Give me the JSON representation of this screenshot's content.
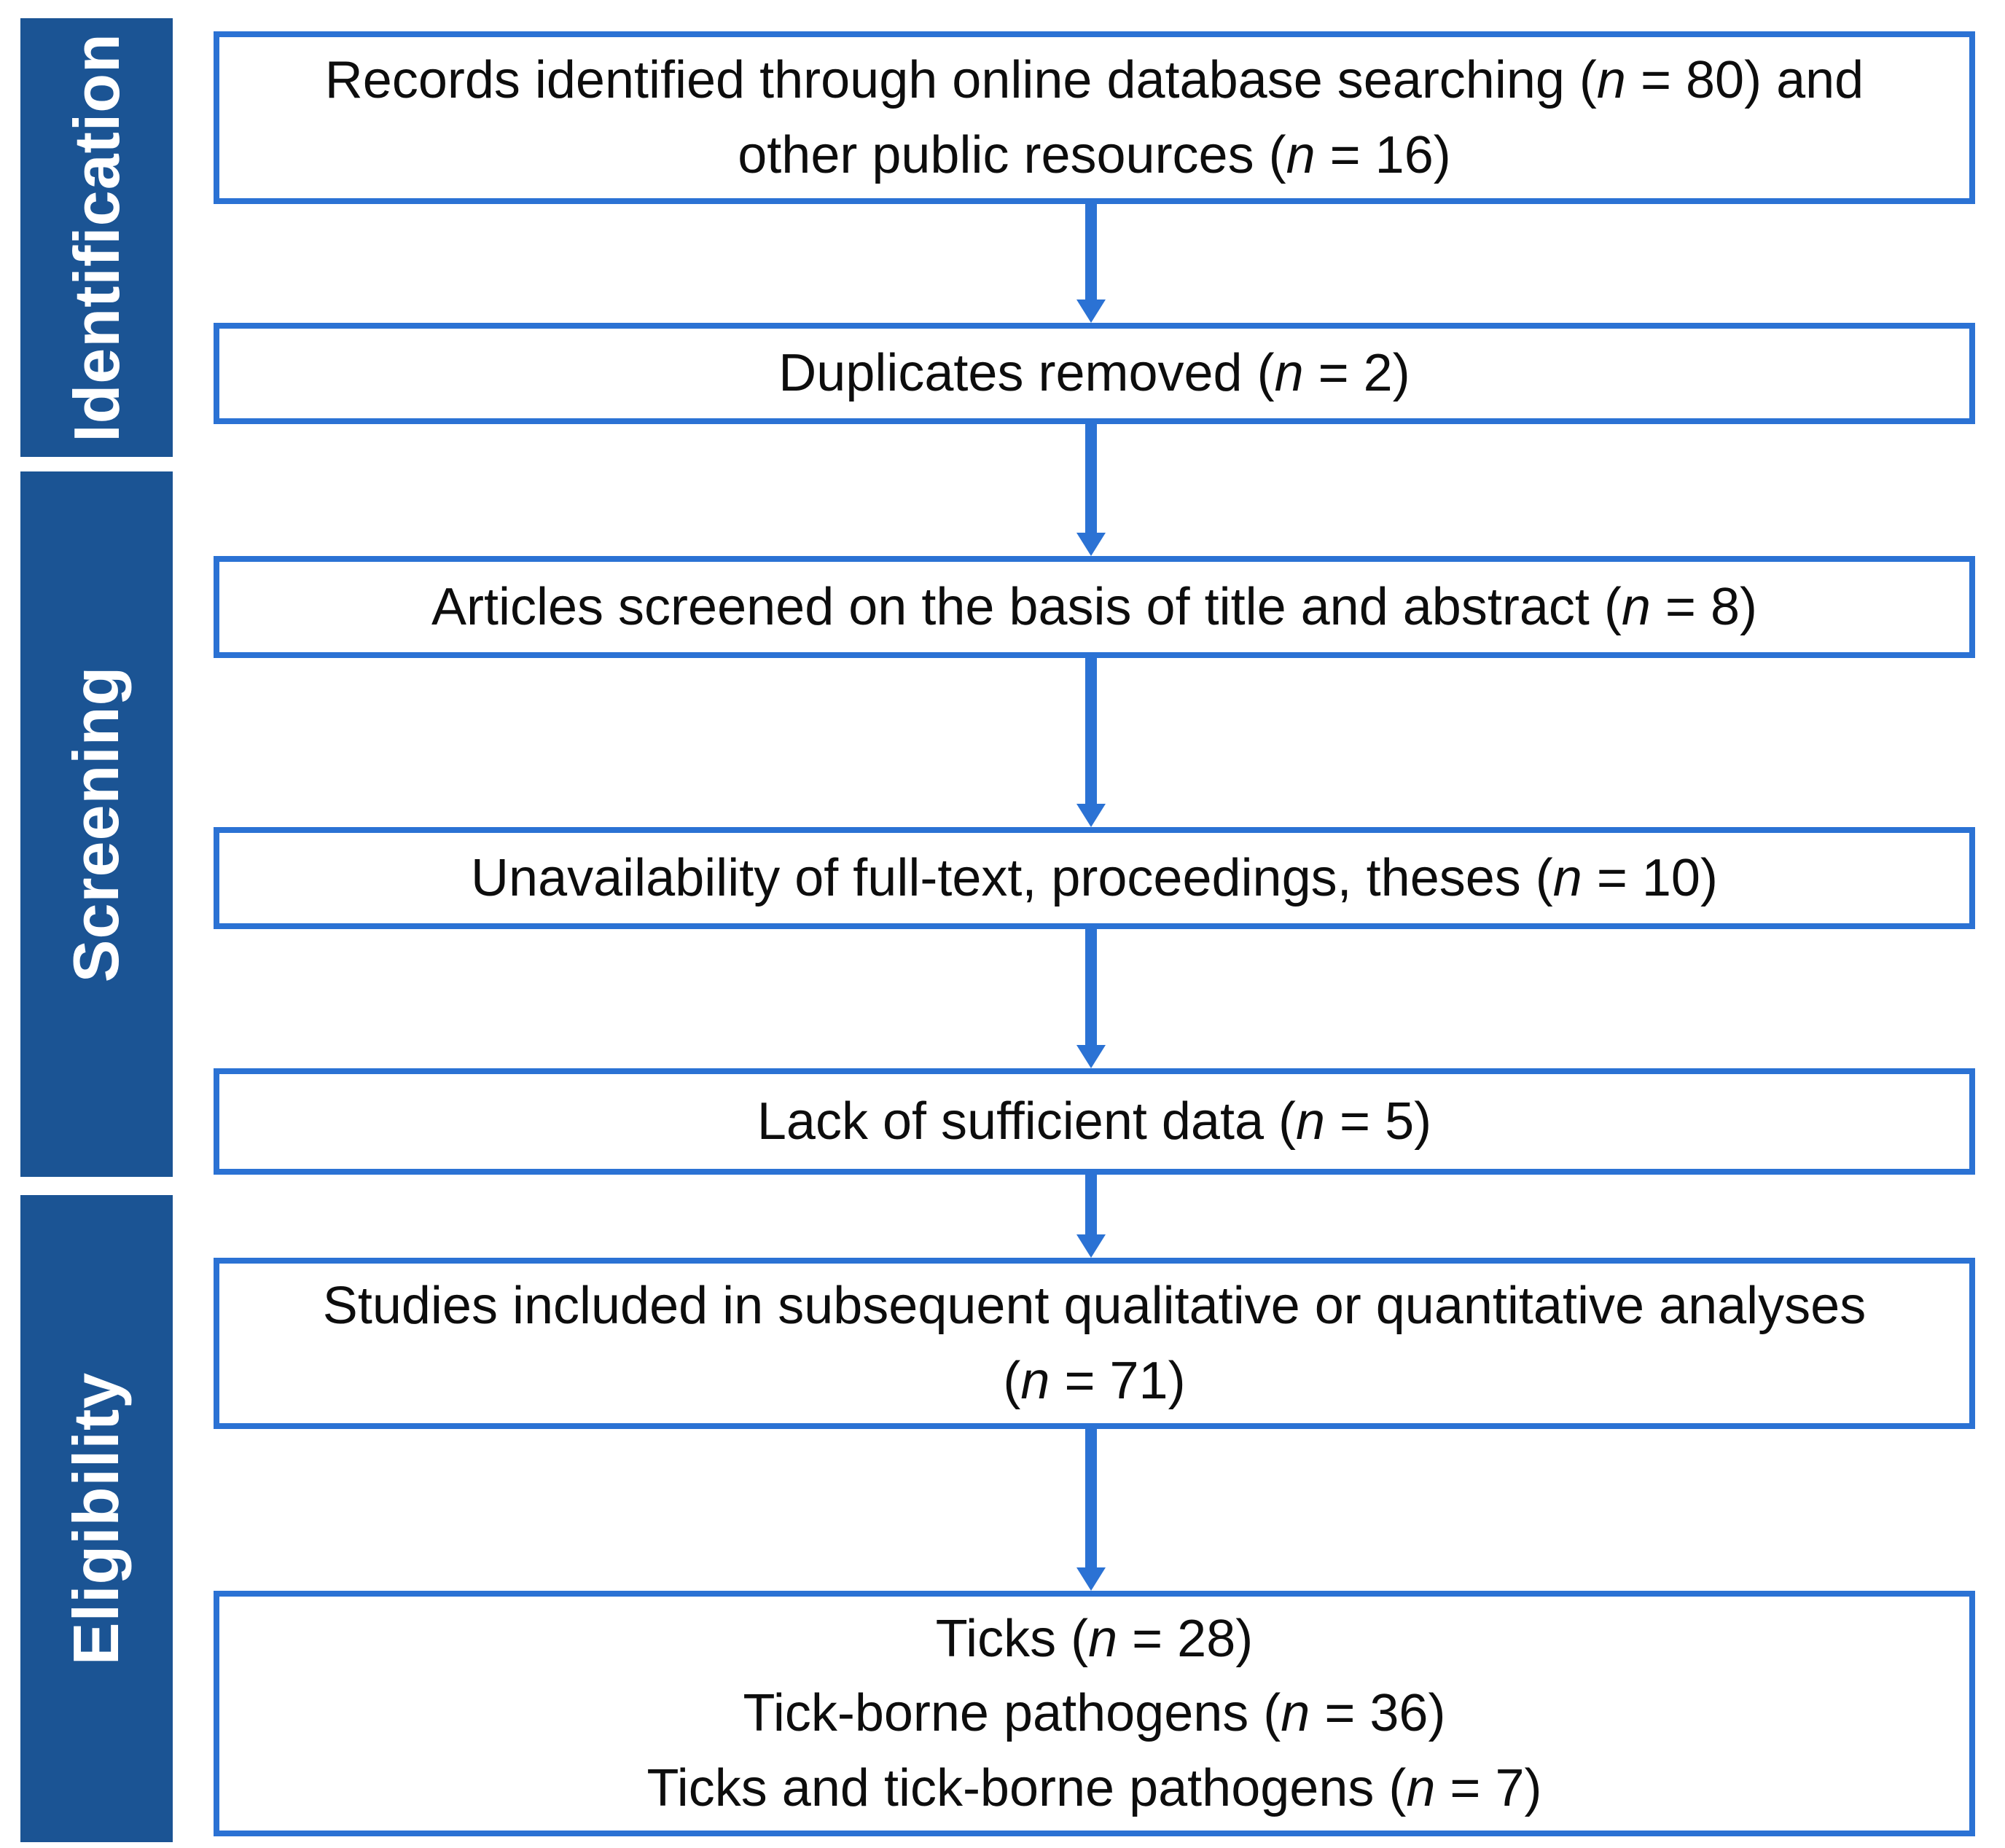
{
  "figure": {
    "type": "prisma-flow-diagram",
    "colors": {
      "stage_bar_blue": "#1B5494",
      "accent_blue": "#2B72D4",
      "text_black": "#0D0D0D",
      "box_background": "#FFFFFF"
    },
    "sidebar": {
      "stages": [
        {
          "label": "Identification"
        },
        {
          "label": "Screening"
        },
        {
          "label": "Eligibility"
        }
      ]
    },
    "boxes": [
      {
        "id": "records-identified",
        "counts": {
          "online_database_searching": 80,
          "other_public_resources": 16
        },
        "lines": [
          [
            {
              "t": "Records identified through online database searching ("
            },
            {
              "t": "n",
              "i": true
            },
            {
              "t": " = 80) and"
            }
          ],
          [
            {
              "t": "other public resources ("
            },
            {
              "t": "n",
              "i": true
            },
            {
              "t": " = 16)"
            }
          ]
        ]
      },
      {
        "id": "duplicates-removed",
        "counts": {
          "duplicates_removed": 2
        },
        "lines": [
          [
            {
              "t": "Duplicates removed ("
            },
            {
              "t": "n",
              "i": true
            },
            {
              "t": " = 2)"
            }
          ]
        ]
      },
      {
        "id": "articles-screened",
        "counts": {
          "articles_screened": 8
        },
        "lines": [
          [
            {
              "t": "Articles screened on the basis of title and abstract ("
            },
            {
              "t": "n",
              "i": true
            },
            {
              "t": " = 8)"
            }
          ]
        ]
      },
      {
        "id": "unavailability-full-text",
        "counts": {
          "unavailable": 10
        },
        "lines": [
          [
            {
              "t": "Unavailability of full-text, proceedings, theses ("
            },
            {
              "t": "n",
              "i": true
            },
            {
              "t": " = 10)"
            }
          ]
        ]
      },
      {
        "id": "lack-of-sufficient-data",
        "counts": {
          "lack_of_data": 5
        },
        "lines": [
          [
            {
              "t": "Lack of sufficient data ("
            },
            {
              "t": "n",
              "i": true
            },
            {
              "t": " = 5)"
            }
          ]
        ]
      },
      {
        "id": "studies-included",
        "counts": {
          "studies_included": 71
        },
        "lines": [
          [
            {
              "t": "Studies included in subsequent qualitative or quantitative analyses"
            }
          ],
          [
            {
              "t": "("
            },
            {
              "t": "n",
              "i": true
            },
            {
              "t": " = 71)"
            }
          ]
        ]
      },
      {
        "id": "final-breakdown",
        "counts": {
          "ticks": 28,
          "tick_borne_pathogens": 36,
          "ticks_and_tick_borne_pathogens": 7
        },
        "lines": [
          [
            {
              "t": "Ticks ("
            },
            {
              "t": "n",
              "i": true
            },
            {
              "t": " = 28)"
            }
          ],
          [
            {
              "t": "Tick-borne pathogens ("
            },
            {
              "t": "n",
              "i": true
            },
            {
              "t": " = 36)"
            }
          ],
          [
            {
              "t": "Ticks and tick-borne pathogens ("
            },
            {
              "t": "n",
              "i": true
            },
            {
              "t": " = 7)"
            }
          ]
        ]
      }
    ],
    "arrows": [
      {
        "from": "records-identified",
        "to": "duplicates-removed"
      },
      {
        "from": "duplicates-removed",
        "to": "articles-screened"
      },
      {
        "from": "articles-screened",
        "to": "unavailability-full-text"
      },
      {
        "from": "unavailability-full-text",
        "to": "lack-of-sufficient-data"
      },
      {
        "from": "lack-of-sufficient-data",
        "to": "studies-included"
      },
      {
        "from": "studies-included",
        "to": "final-breakdown"
      }
    ]
  }
}
